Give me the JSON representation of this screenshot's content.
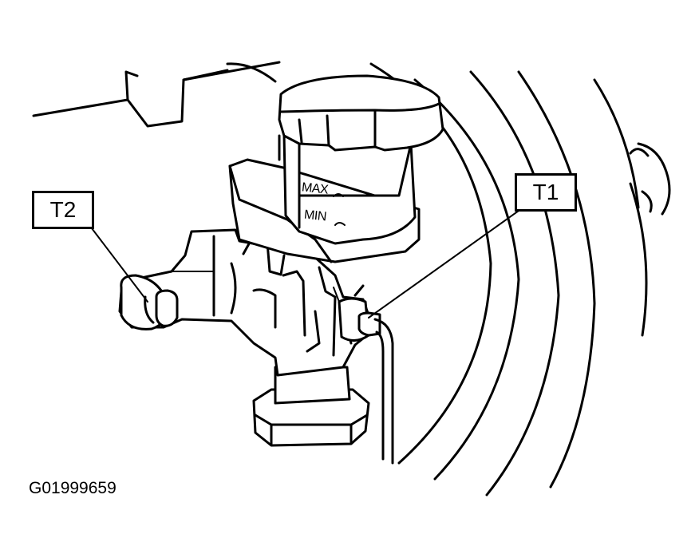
{
  "callouts": {
    "t1": "T1",
    "t2": "T2"
  },
  "reservoir_marks": {
    "max": "MAX",
    "min": "MIN"
  },
  "figure_id": "G01999659"
}
